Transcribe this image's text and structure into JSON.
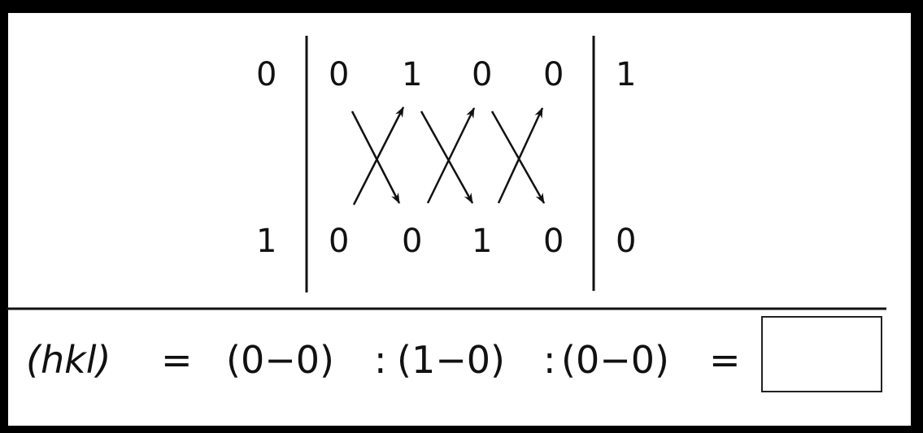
{
  "diagram": {
    "left_column": [
      "0",
      "1"
    ],
    "top_row": [
      "0",
      "1",
      "0",
      "0"
    ],
    "bottom_row": [
      "0",
      "0",
      "1",
      "0"
    ],
    "right_column": [
      "1",
      "0"
    ]
  },
  "formula": {
    "lhs": "(hkl)",
    "equals": "=",
    "term1": "(0−0)",
    "sep1": ":",
    "term2": "(1−0)",
    "sep2": ":",
    "term3": "(0−0)",
    "equals2": "=",
    "answer": ""
  },
  "colors": {
    "ink": "#111111",
    "background": "#ffffff",
    "border": "#000000"
  }
}
